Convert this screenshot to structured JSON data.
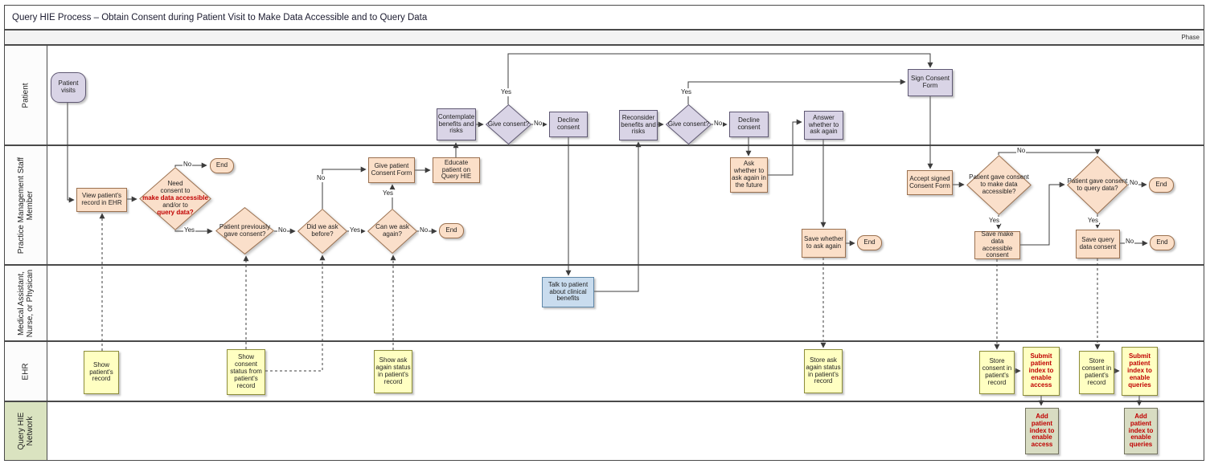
{
  "title": "Query HIE Process – Obtain Consent during Patient Visit to Make Data Accessible and to Query Data",
  "phase_label": "Phase",
  "lanes": [
    {
      "label": "Patient"
    },
    {
      "label": "Practice Management Staff Member"
    },
    {
      "label": "Medical Assistant, Nurse, or Physican"
    },
    {
      "label": "EHR"
    },
    {
      "label": "Query HIE Network"
    }
  ],
  "labels": {
    "yes": "Yes",
    "no": "No"
  },
  "nodes": {
    "patient_visits": "Patient visits",
    "contemplate": "Contemplate benefits and risks",
    "give_consent": "Give consent?",
    "decline_consent": "Decline consent",
    "reconsider": "Reconsider benefits and risks",
    "answer_whether": "Answer whether to ask again",
    "sign_form": "Sign Consent Form",
    "view_record": "View patient's record in EHR",
    "need_consent_lines": [
      "Need",
      "consent to",
      "make data accessible",
      "and/or to",
      "query data?"
    ],
    "end": "End",
    "prev_consent": "Patient previously gave consent?",
    "did_we_ask": "Did we ask before?",
    "can_we_ask": "Can we ask again?",
    "give_form": "Give patient Consent Form",
    "educate": "Educate patient on Query HIE",
    "ask_future": "Ask whether to ask again in the future",
    "save_whether": "Save whether to ask again",
    "accept_signed": "Accept signed Consent Form",
    "gave_access": "Patient gave consent to make data accessible?",
    "save_access": "Save make data accessible consent",
    "gave_query": "Patient gave consent to query data?",
    "save_query": "Save query data consent",
    "talk_patient": "Talk to patient about clinical benefits",
    "show_record": "Show patient's record",
    "show_status": "Show consent status from patient's record",
    "show_ask": "Show ask again status in patient's record",
    "store_ask": "Store ask again status in patient's record",
    "store_consent": "Store consent in patient's record",
    "submit_access": "Submit patient index to enable access",
    "submit_queries": "Submit patient index to enable queries",
    "add_access": "Add patient index to enable access",
    "add_queries": "Add patient index to enable queries"
  }
}
